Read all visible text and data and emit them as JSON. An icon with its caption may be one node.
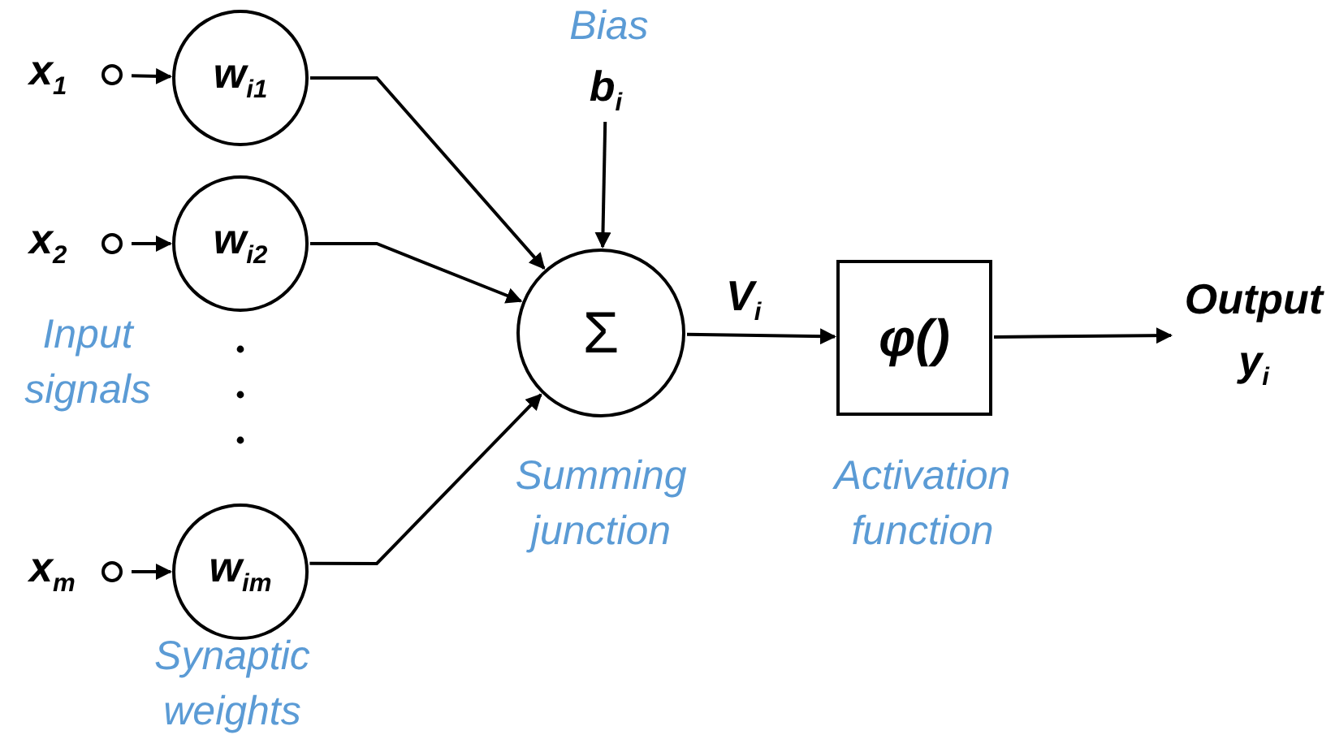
{
  "diagram": {
    "nodes": [
      {
        "text": [
          "x$_{1}$"
        ]
      },
      {
        "text": [
          "w$_{i1}$"
        ]
      },
      {
        "text": [
          "x$_{2}$"
        ]
      },
      {
        "text": [
          "w$_{i2}$"
        ]
      },
      {
        "text": [
          "x$_{m}$"
        ]
      },
      {
        "text": [
          "w$_{im}$"
        ]
      },
      {
        "text": [
          "Σ"
        ],
        "beside": [
          "Summing junction"
        ]
      },
      {
        "text": [
          "b$_{i}$"
        ],
        "beside": [
          "Bias"
        ]
      },
      {
        "text": [
          "φ()"
        ],
        "beside": [
          "Activation function"
        ]
      },
      {
        "text": [
          "Output",
          "y$_{i}$"
        ]
      }
    ],
    "edges": [
      {
        "from": 0,
        "to": 1,
        "arrow": "to"
      },
      {
        "from": 2,
        "to": 3,
        "arrow": "to"
      },
      {
        "from": 4,
        "to": 5,
        "arrow": "to"
      },
      {
        "from": 1,
        "to": 6,
        "arrow": "to"
      },
      {
        "from": 3,
        "to": 6,
        "arrow": "to"
      },
      {
        "from": 5,
        "to": 6,
        "arrow": "to"
      },
      {
        "from": 7,
        "to": 6,
        "arrow": "to"
      },
      {
        "from": 6,
        "to": 8,
        "label": "V$_{i}$",
        "arrow": "to"
      },
      {
        "from": 8,
        "to": 9,
        "arrow": "to"
      }
    ],
    "labels": [
      "Input signals",
      "Synaptic weights"
    ]
  }
}
